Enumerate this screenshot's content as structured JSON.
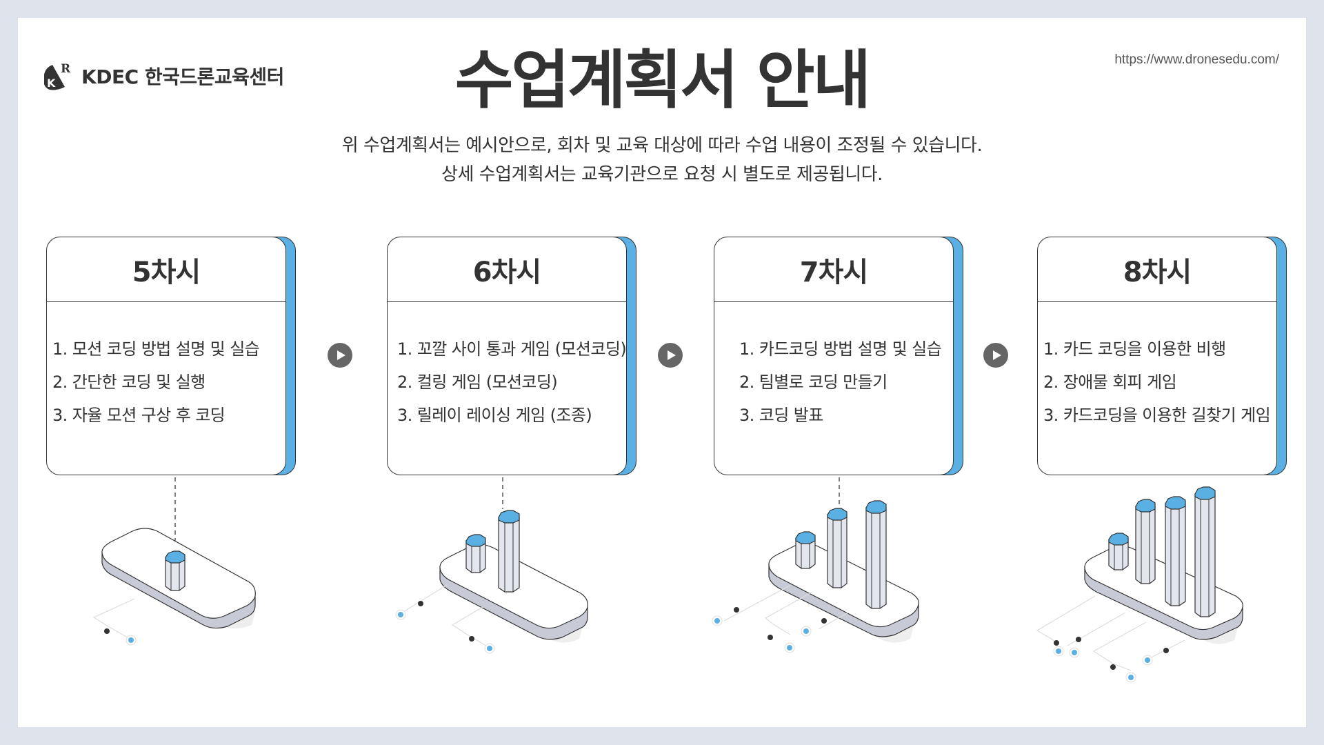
{
  "header": {
    "logo_text": "KDEC 한국드론교육센터",
    "url": "https://www.dronesedu.com/",
    "title": "수업계획서 안내",
    "subtitle_lines": [
      "위 수업계획서는 예시안으로, 회차 및 교육 대상에 따라 수업 내용이 조정될 수 있습니다.",
      "상세 수업계획서는 교육기관으로 요청 시 별도로 제공됩니다."
    ]
  },
  "colors": {
    "background": "#dfe3ec",
    "panel": "#ffffff",
    "accent_blue": "#5aafe3",
    "text_dark": "#333333",
    "arrow_gray": "#666666"
  },
  "sessions": [
    {
      "title": "5차시",
      "items": [
        "1. 모션 코딩 방법 설명 및 실습",
        "2. 간단한 코딩 및 실행",
        "3. 자율 모션 구상 후 코딩"
      ],
      "pillars": 1
    },
    {
      "title": "6차시",
      "items": [
        "1. 꼬깔 사이 통과 게임 (모션코딩)",
        "2. 컬링 게임 (모션코딩)",
        "3. 릴레이 레이싱 게임 (조종)"
      ],
      "pillars": 2
    },
    {
      "title": "7차시",
      "items": [
        "1. 카드코딩 방법 설명 및 실습",
        "2. 팀별로 코딩 만들기",
        "3. 코딩 발표"
      ],
      "pillars": 3
    },
    {
      "title": "8차시",
      "items": [
        "1. 카드 코딩을 이용한 비행",
        "2. 장애물 회피 게임",
        "3. 카드코딩을 이용한 길찾기 게임"
      ],
      "pillars": 4
    }
  ],
  "icons": {
    "next_arrow": "play-triangle-icon",
    "logo": "kr-logo-icon",
    "pillar_chart": "isometric-pillar-icon"
  }
}
